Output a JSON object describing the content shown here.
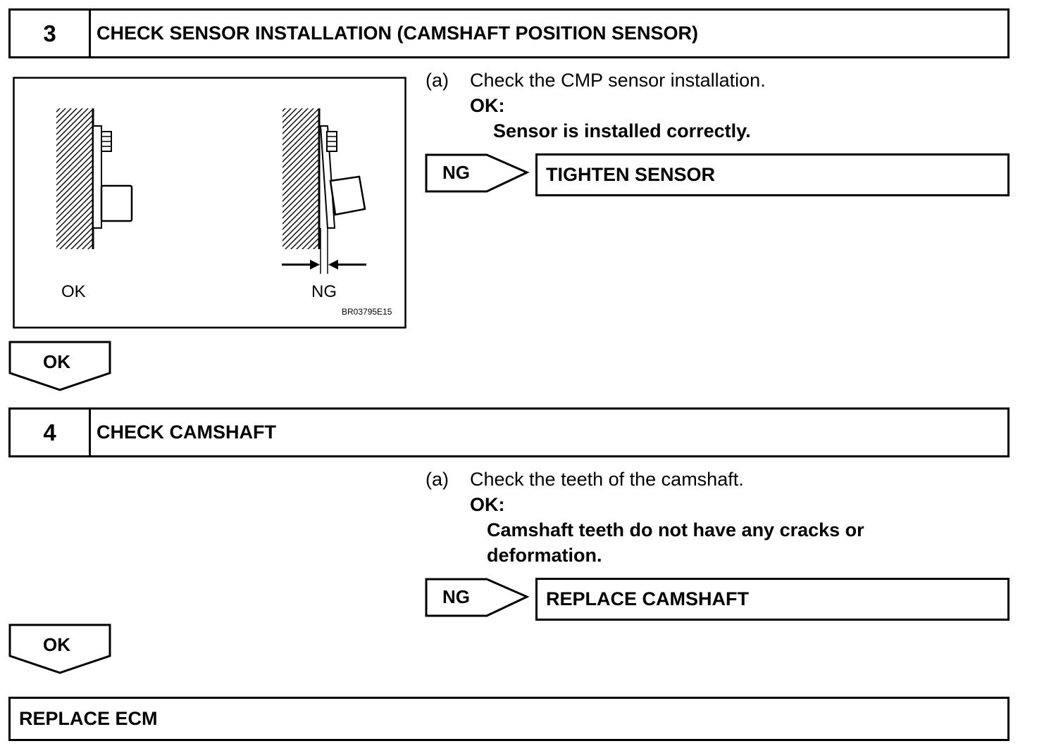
{
  "step3": {
    "number": "3",
    "title": "CHECK SENSOR INSTALLATION (CAMSHAFT POSITION SENSOR)",
    "instruction_marker": "(a)",
    "instruction": "Check the CMP sensor installation.",
    "ok_label": "OK:",
    "ok_spec": "Sensor is installed correctly.",
    "ng_label": "NG",
    "ng_action": "TIGHTEN SENSOR",
    "figure": {
      "ok_caption": "OK",
      "ng_caption": "NG",
      "figure_id": "BR03795E15"
    },
    "ok_arrow_label": "OK"
  },
  "step4": {
    "number": "4",
    "title": "CHECK CAMSHAFT",
    "instruction_marker": "(a)",
    "instruction": "Check the teeth of the camshaft.",
    "ok_label": "OK:",
    "ok_spec_line1": "Camshaft teeth do not have any cracks or",
    "ok_spec_line2": "deformation.",
    "ng_label": "NG",
    "ng_action": "REPLACE CAMSHAFT",
    "ok_arrow_label": "OK"
  },
  "final_action": "REPLACE ECM"
}
